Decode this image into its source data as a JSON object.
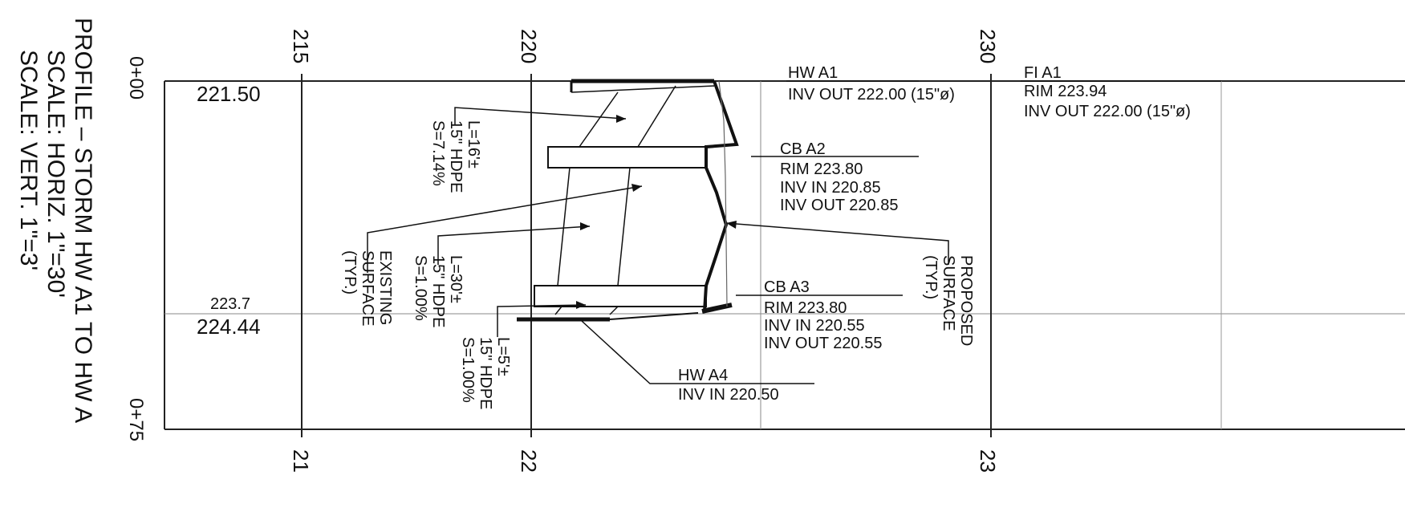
{
  "title": {
    "line1": "PROFILE – STORM HW A1 TO HW A",
    "line2": "SCALE: HORIZ. 1\"=30'",
    "line3": "SCALE: VERT. 1\"=3'"
  },
  "stations": {
    "start": "0+00",
    "end": "0+75"
  },
  "elevation_ticks": {
    "top": [
      "215",
      "220",
      "230"
    ],
    "bottom": [
      "21",
      "22",
      "23"
    ]
  },
  "grade_elevations": {
    "upper": "221.50",
    "lower_existing": "223.7",
    "lower_proposed": "224.44"
  },
  "structures": {
    "hw_a1": {
      "name": "HW A1",
      "inv_out": "INV OUT 222.00 (15\"ø)"
    },
    "fi_a1": {
      "name": "FI A1",
      "rim": "RIM 223.94",
      "inv_out": "INV OUT 222.00 (15\"ø)"
    },
    "cb_a2": {
      "name": "CB A2",
      "rim": "RIM 223.80",
      "inv_in": "INV IN 220.85",
      "inv_out": "INV OUT 220.85"
    },
    "cb_a3": {
      "name": "CB A3",
      "rim": "RIM 223.80",
      "inv_in": "INV IN 220.55",
      "inv_out": "INV OUT 220.55"
    },
    "hw_a4": {
      "name": "HW A4",
      "inv_in": "INV IN 220.50"
    }
  },
  "pipes": {
    "p1": {
      "length": "L=16'±",
      "material": "15\" HDPE",
      "slope": "S=7.14%"
    },
    "p2": {
      "length": "L=30'±",
      "material": "15\" HDPE",
      "slope": "S=1.00%"
    },
    "p3": {
      "length": "L=5'±",
      "material": "15\" HDPE",
      "slope": "S=1.00%"
    }
  },
  "surfaces": {
    "existing": [
      "EXISTING",
      "SURFACE",
      "(TYP.)"
    ],
    "proposed": [
      "PROPOSED",
      "SURFACE",
      "(TYP.)"
    ]
  }
}
